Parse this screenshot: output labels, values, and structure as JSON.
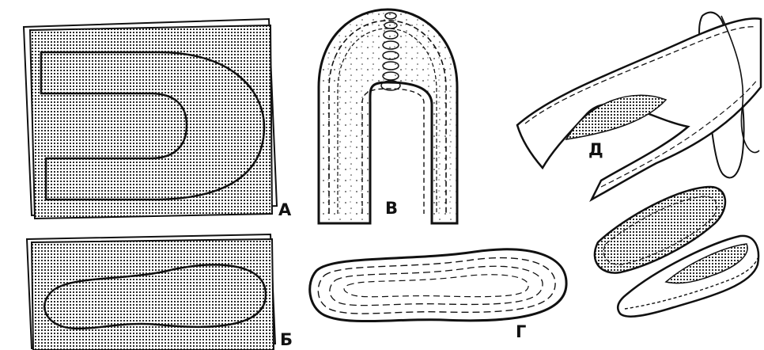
{
  "figure": {
    "panels": [
      {
        "id": "A",
        "label": "А"
      },
      {
        "id": "B",
        "label": "Б"
      },
      {
        "id": "V",
        "label": "В"
      },
      {
        "id": "G",
        "label": "Г"
      },
      {
        "id": "D",
        "label": "Д"
      }
    ]
  },
  "colors": {
    "ink": "#111111",
    "paper": "#ffffff",
    "felt": "#d4d4d4"
  }
}
